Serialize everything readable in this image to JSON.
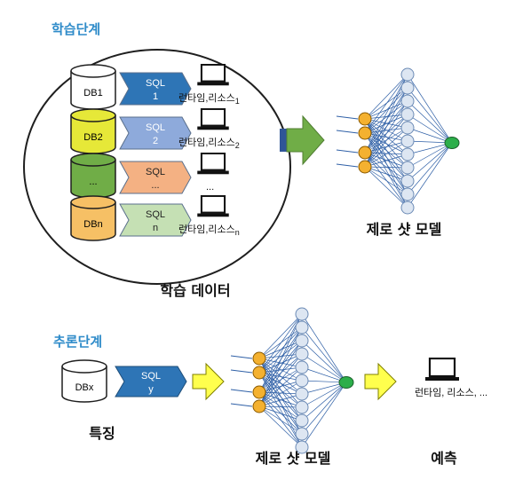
{
  "training": {
    "title": "학습단계",
    "data_caption": "학습 데이터",
    "model_caption": "제로 샷 모델",
    "rows": [
      {
        "db": "DB1",
        "sql": [
          "SQL",
          "1"
        ],
        "resource": "런타임,리소스",
        "sub": "1",
        "db_color": "#ffffff",
        "sql_color": "#2e75b6",
        "sql_text": "#ffffff"
      },
      {
        "db": "DB2",
        "sql": [
          "SQL",
          "2"
        ],
        "resource": "런타임,리소스",
        "sub": "2",
        "db_color": "#e6e838",
        "sql_color": "#8eaadb",
        "sql_text": "#ffffff"
      },
      {
        "db": "...",
        "sql": [
          "SQL",
          "..."
        ],
        "resource": "...",
        "sub": "",
        "db_color": "#70ad47",
        "sql_color": "#f4b183",
        "sql_text": "#222222"
      },
      {
        "db": "DBn",
        "sql": [
          "SQL",
          "n"
        ],
        "resource": "런타임,리소스",
        "sub": "n",
        "db_color": "#f6c065",
        "sql_color": "#c5e0b4",
        "sql_text": "#222222"
      }
    ]
  },
  "inference": {
    "title": "추론단계",
    "db": "DBx",
    "sql": [
      "SQL",
      "y"
    ],
    "feature_caption": "특징",
    "model_caption": "제로 샷 모델",
    "predict_caption": "예측",
    "resource": "런타임, 리소스, ..."
  },
  "colors": {
    "phase": "#2e8bc9",
    "green_arrow": "#70ad47",
    "yellow_arrow": "#ffff4d",
    "input_node": "#f4b130",
    "hidden_node": "#dde6f2",
    "output_node": "#2cae4a",
    "edge": "#2e5fa6"
  }
}
